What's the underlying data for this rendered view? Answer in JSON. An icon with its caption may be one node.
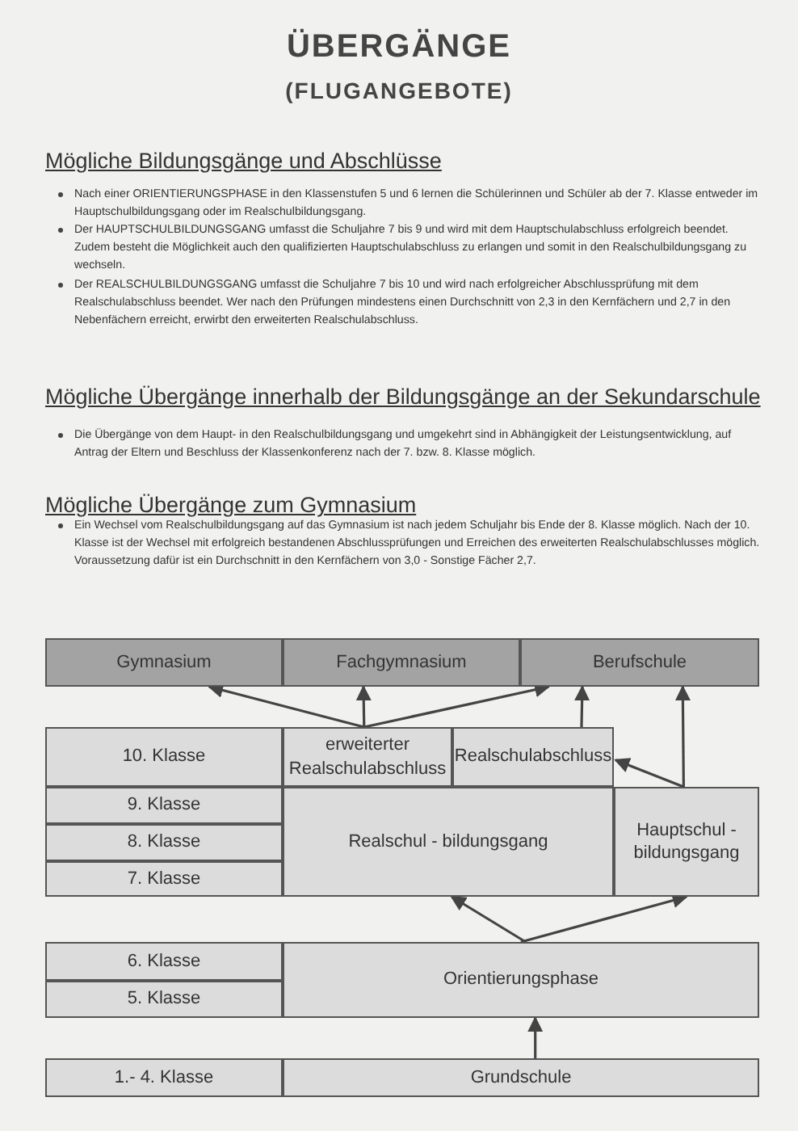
{
  "diagram": {
    "title": "ÜBERGÄNGE",
    "nodes": [
      {
        "text": [
          "Gymnasium"
        ]
      },
      {
        "text": [
          "Fachgymnasium"
        ]
      },
      {
        "text": [
          "Berufschule"
        ]
      },
      {
        "text": [
          "10. Klasse"
        ]
      },
      {
        "text": [
          "erweiterter Realschulabschluss"
        ]
      },
      {
        "text": [
          "Realschulabschluss"
        ]
      },
      {
        "text": [
          "9. Klasse"
        ]
      },
      {
        "text": [
          "8. Klasse"
        ]
      },
      {
        "text": [
          "7. Klasse"
        ]
      },
      {
        "text": [
          "Realschul - bildungsgang"
        ]
      },
      {
        "text": [
          "Hauptschul - bildungsgang"
        ]
      },
      {
        "text": [
          "6. Klasse"
        ]
      },
      {
        "text": [
          "5. Klasse"
        ]
      },
      {
        "text": [
          "Orientierungsphase"
        ]
      },
      {
        "text": [
          "1.- 4. Klasse"
        ]
      },
      {
        "text": [
          "Grundschule"
        ]
      }
    ],
    "edges": [
      {
        "from": 4,
        "to": 0,
        "arrow": "to"
      },
      {
        "from": 4,
        "to": 1,
        "arrow": "to"
      },
      {
        "from": 4,
        "to": 2,
        "arrow": "to"
      },
      {
        "from": 5,
        "to": 2,
        "arrow": "to"
      },
      {
        "from": 10,
        "to": 2,
        "arrow": "to"
      },
      {
        "from": 10,
        "to": 5,
        "arrow": "to"
      },
      {
        "from": 13,
        "to": 9,
        "arrow": "to"
      },
      {
        "from": 13,
        "to": 10,
        "arrow": "to"
      },
      {
        "from": 15,
        "to": 13,
        "arrow": "to"
      }
    ],
    "labels": [
      "(FLUGANGEBOTE)",
      "Mögliche Bildungsgänge und Abschlüsse",
      "Nach einer ORIENTIERUNGSPHASE in den Klassenstufen 5 und 6 lernen die Schülerinnen und Schüler ab der 7. Klasse entweder im Hauptschulbildungsgang oder im Realschulbildungsgang.",
      "Der HAUPTSCHULBILDUNGSGANG umfasst die Schuljahre 7 bis 9 und wird mit dem Hauptschulabschluss erfolgreich beendet. Zudem besteht die Möglichkeit auch den qualifizierten Hauptschulabschluss zu erlangen und somit in den Realschulbildungsgang zu wechseln.",
      "Der REALSCHULBILDUNGSGANG umfasst die Schuljahre 7 bis 10 und wird nach erfolgreicher Abschlussprüfung mit dem Realschulabschluss beendet. Wer nach den Prüfungen mindestens einen Durchschnitt von 2,3 in den Kernfächern und 2,7 in den Nebenfächern erreicht, erwirbt den erweiterten Realschulabschluss.",
      "Mögliche Übergänge innerhalb der Bildungsgänge an der Sekundarschule",
      "Die Übergänge von dem Haupt- in den Realschulbildungsgang und umgekehrt sind in Abhängigkeit der Leistungsentwicklung, auf Antrag der Eltern und Beschluss der Klassenkonferenz nach der 7. bzw. 8. Klasse möglich.",
      "Mögliche Übergänge zum Gymnasium",
      "Ein Wechsel vom Realschulbildungsgang auf das Gymnasium ist nach jedem Schuljahr bis Ende der 8. Klasse möglich. Nach der 10. Klasse ist der Wechsel mit erfolgreich bestandenen Abschlussprüfungen und Erreichen des erweiterten Realschulabschlusses möglich. Voraussetzung dafür ist ein Durchschnitt in den Kernfächern von 3,0 - Sonstige Fächer 2,7."
    ]
  }
}
